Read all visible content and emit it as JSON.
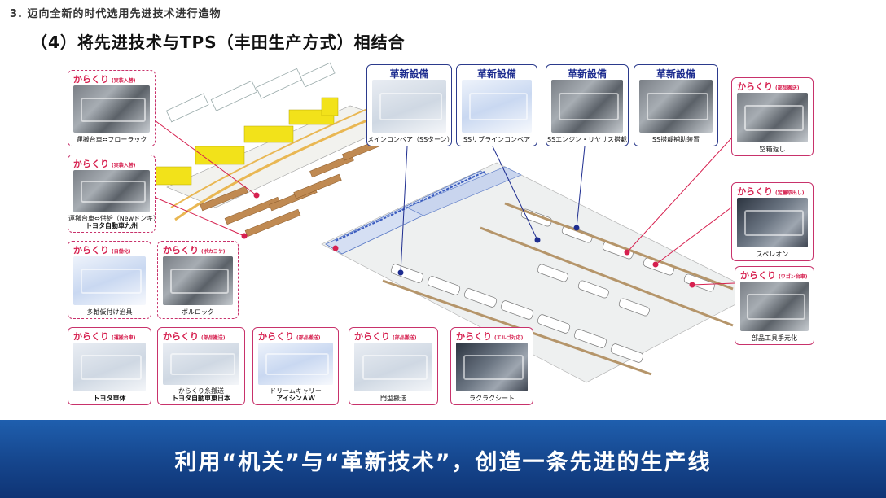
{
  "header": {
    "heading": "3. 迈向全新的时代选用先进技术进行造物",
    "subheading": "（4）将先进技术与TPS（丰田生产方式）相结合"
  },
  "cards": {
    "c1": {
      "title": "からくり",
      "tag": "(実装入替)",
      "caption": "運搬台車⇔フローラック"
    },
    "c2": {
      "title": "からくり",
      "tag": "(実装入替)",
      "caption": "運搬台車⇔供給（Newドンキ）",
      "caption2": "トヨタ自動車九州"
    },
    "c3": {
      "title": "からくり",
      "tag": "(自働化)",
      "caption": "多軸仮付け治具"
    },
    "c4": {
      "title": "からくり",
      "tag": "(ポカヨケ)",
      "caption": "ボルロック"
    },
    "c5": {
      "title": "からくり",
      "tag": "(運搬台車)",
      "caption": "トヨタ車体"
    },
    "c6": {
      "title": "からくり",
      "tag": "(部品搬送)",
      "caption": "からくり糸搬送",
      "caption2": "トヨタ自動車東日本"
    },
    "c7": {
      "title": "からくり",
      "tag": "(部品搬送)",
      "caption": "ドリームキャリー",
      "caption2": "アイシンＡＷ"
    },
    "c8": {
      "title": "からくり",
      "tag": "(部品搬送)",
      "caption": "門型搬送"
    },
    "c9": {
      "title": "からくり",
      "tag": "(エルゴ対応)",
      "caption": "ラクラクシート"
    },
    "k1": {
      "title": "革新設備",
      "caption": "メインコンベア（SSターン）"
    },
    "k2": {
      "title": "革新設備",
      "caption": "SSサブラインコンベア"
    },
    "k3": {
      "title": "革新設備",
      "caption": "SSエンジン・リヤサス搭載"
    },
    "k4": {
      "title": "革新設備",
      "caption": "SS搭載補助装置"
    },
    "r1": {
      "title": "からくり",
      "tag": "(部品搬送)",
      "caption": "空箱返し"
    },
    "r2": {
      "title": "からくり",
      "tag": "(定量取出し)",
      "caption": "スペレオン"
    },
    "r3": {
      "title": "からくり",
      "tag": "(ワゴン台車)",
      "caption": "部品工具手元化"
    }
  },
  "banner": {
    "text": "利用“机关”与“革新技术”，创造一条先进的生产线"
  },
  "colors": {
    "accent_red": "#c8326b",
    "accent_blue": "#2b3a8c",
    "banner": "#15458c"
  }
}
